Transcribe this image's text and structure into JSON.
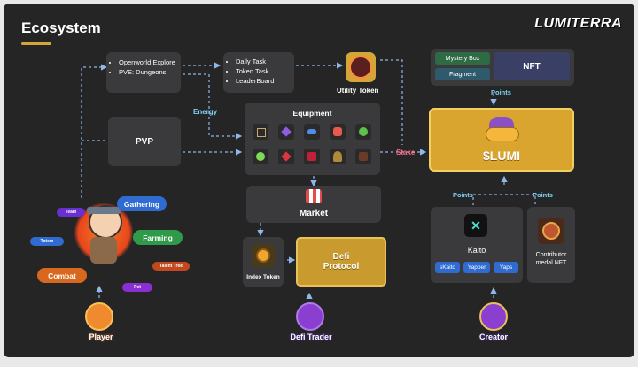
{
  "title": "Ecosystem",
  "brand": "LUMITERRA",
  "colors": {
    "accent_gold": "#d4a638",
    "panel": "#3a3a3c",
    "bg": "#252525",
    "label_blue": "#7dd3f7",
    "stake_pink": "#ff6b8a"
  },
  "boxes": {
    "explore": {
      "items": [
        "Openworld Explore",
        "PVE: Dungeons"
      ]
    },
    "tasks": {
      "items": [
        "Daily Task",
        "Token Task",
        "LeaderBoard"
      ]
    },
    "utility_token": "Utility Token",
    "pvp": "PVP",
    "equipment": "Equipment",
    "market": "Market",
    "index_token": "Index Token",
    "defi_protocol": "Defi Protocol",
    "mystery_box": "Mystery Box",
    "fragment": "Fragment",
    "nft": "NFT",
    "lumi": "$LUMI",
    "kaito": "Kaito",
    "kaito_tags": [
      "sKaito",
      "Yapper",
      "Yaps"
    ],
    "contributor": "Contributor medal NFT"
  },
  "edge_labels": {
    "energy": "Energy",
    "stake": "Stake",
    "points_top": "Points",
    "points_left": "Points",
    "points_right": "Points"
  },
  "activities": {
    "gathering": "Gathering",
    "farming": "Farming",
    "combat": "Combat",
    "team": "Team",
    "totem": "Totem",
    "talent_tree": "Talent Tree",
    "pet": "Pet"
  },
  "roles": {
    "player": "Player",
    "defi_trader": "Defi Trader",
    "creator": "Creator"
  }
}
